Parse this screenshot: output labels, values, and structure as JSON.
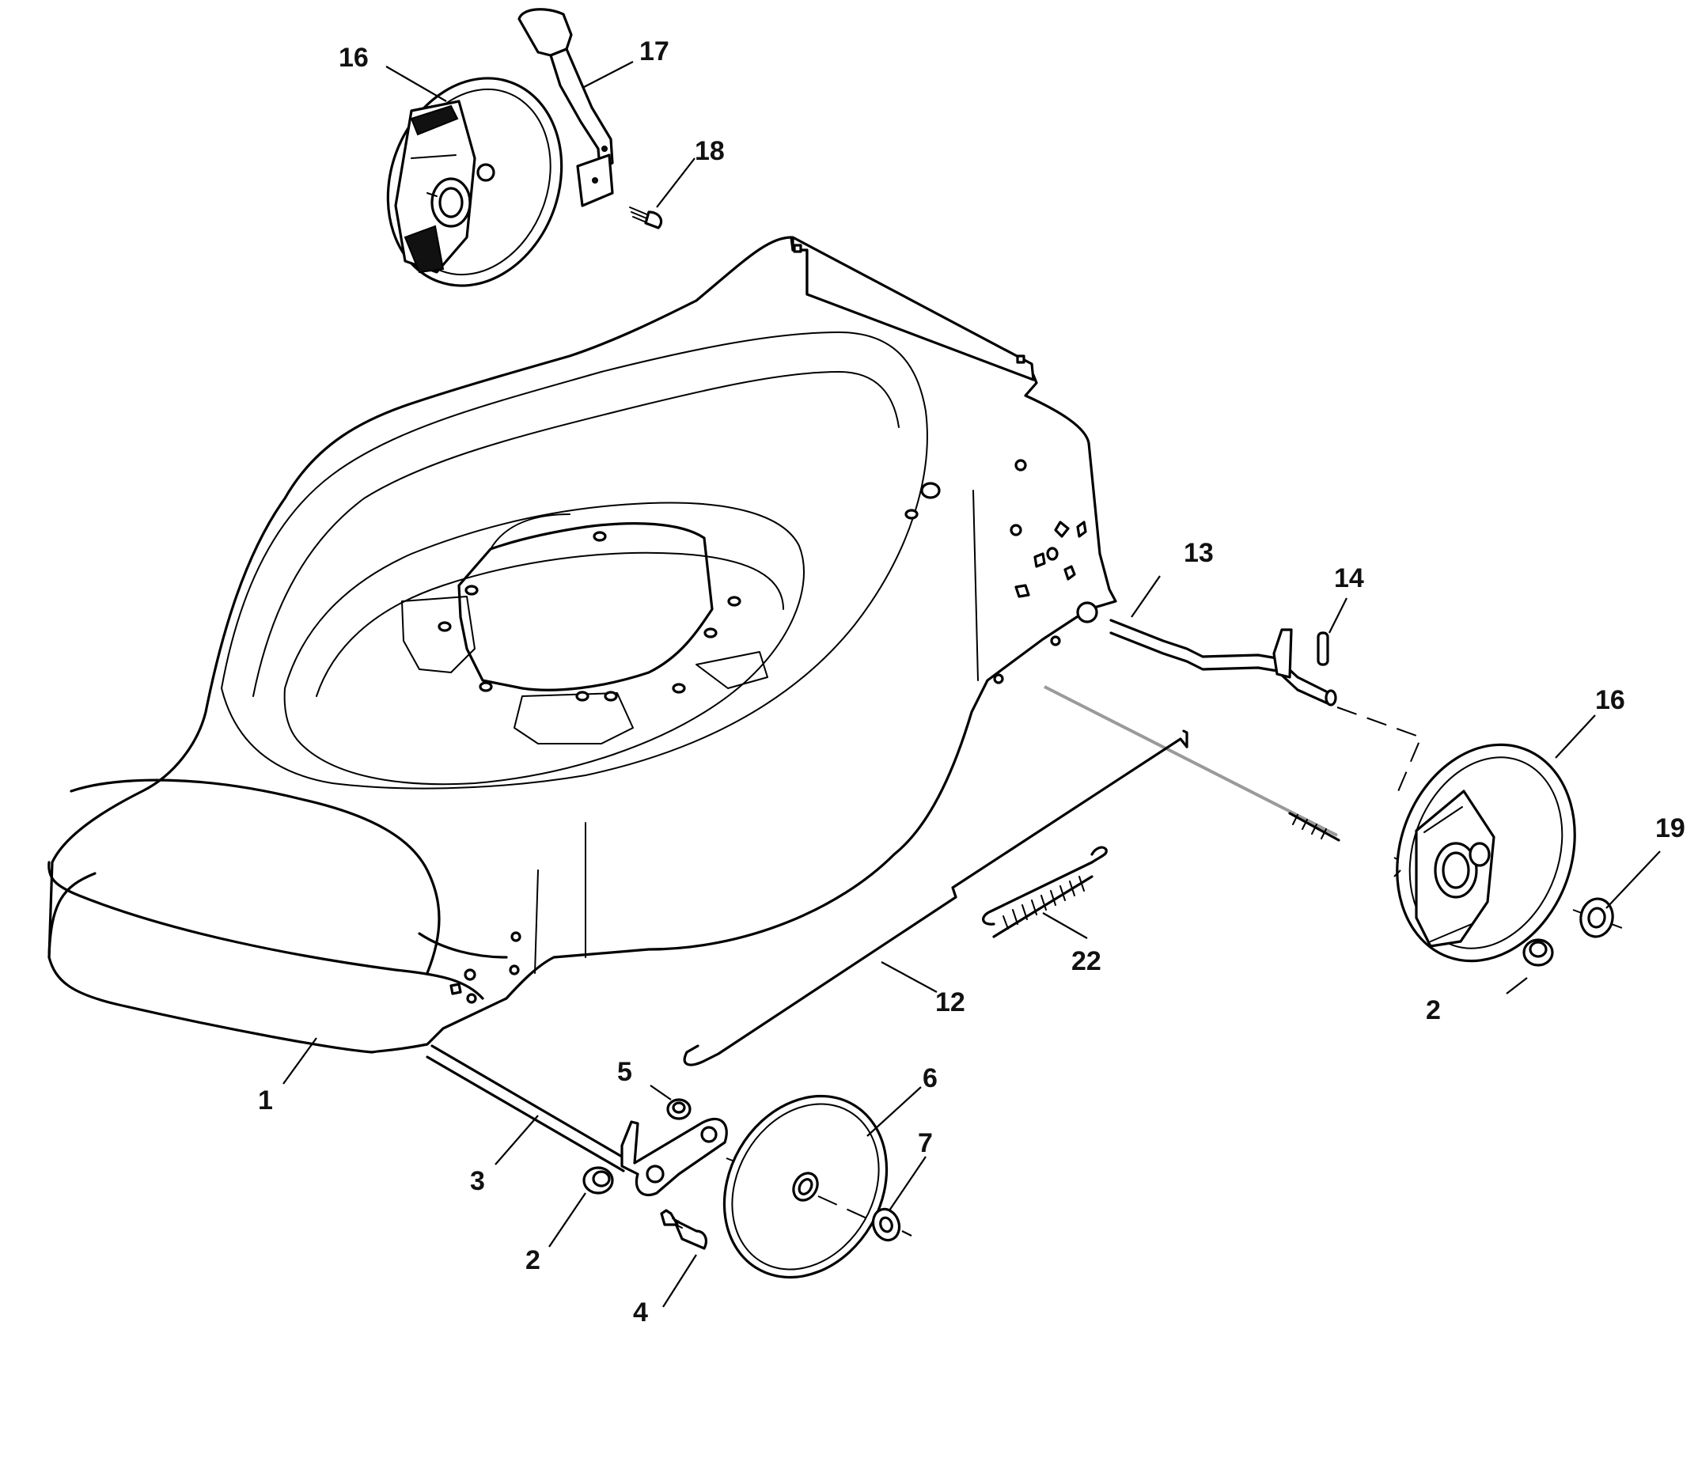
{
  "callouts": [
    {
      "id": "c1",
      "label": "1"
    },
    {
      "id": "c2a",
      "label": "2"
    },
    {
      "id": "c2b",
      "label": "2"
    },
    {
      "id": "c3",
      "label": "3"
    },
    {
      "id": "c4",
      "label": "4"
    },
    {
      "id": "c5",
      "label": "5"
    },
    {
      "id": "c6",
      "label": "6"
    },
    {
      "id": "c7",
      "label": "7"
    },
    {
      "id": "c12",
      "label": "12"
    },
    {
      "id": "c13",
      "label": "13"
    },
    {
      "id": "c14",
      "label": "14"
    },
    {
      "id": "c16a",
      "label": "16"
    },
    {
      "id": "c16b",
      "label": "16"
    },
    {
      "id": "c17",
      "label": "17"
    },
    {
      "id": "c18",
      "label": "18"
    },
    {
      "id": "c19",
      "label": "19"
    },
    {
      "id": "c22",
      "label": "22"
    }
  ]
}
